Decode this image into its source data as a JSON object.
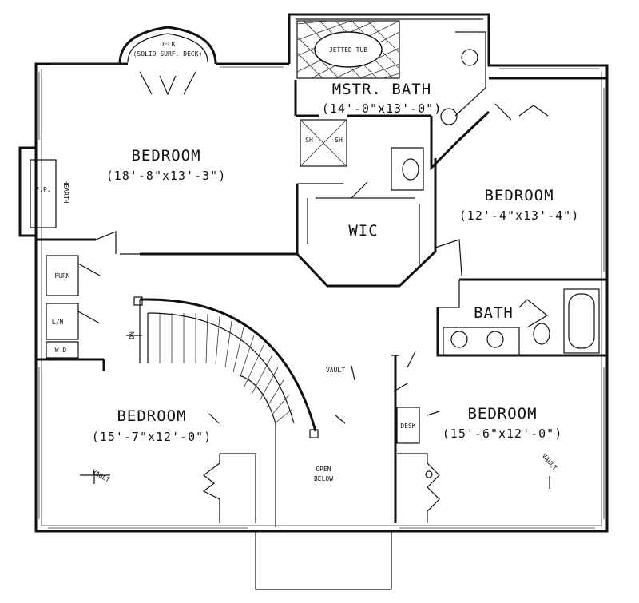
{
  "labels": {
    "deck_top": "DECK",
    "deck_top_sub": "(SOLID SURF. DECK)",
    "jetted_tub": "JETTED TUB",
    "mstr_bath": "MSTR. BATH",
    "mstr_bath_dim": "(14'-0\"x13'-0\")",
    "bedroom1": "BEDROOM",
    "bedroom1_dim": "(18'-8\"x13'-3\")",
    "fp": "F.P.",
    "hearth": "HEARTH",
    "bedroom2": "BEDROOM",
    "bedroom2_dim": "(12'-4\"x13'-4\")",
    "wic": "WIC",
    "sh": "SH",
    "bath": "BATH",
    "furn": "FURN",
    "ln": "L/N",
    "wd": "W D",
    "dn": "DN",
    "vault_mid": "VAULT",
    "bedroom3": "BEDROOM",
    "bedroom3_dim": "(15'-7\"x12'-0\")",
    "vault_left": "VAULT",
    "open_below": "OPEN",
    "open_below_2": "BELOW",
    "desk": "DESK",
    "bedroom4": "BEDROOM",
    "bedroom4_dim": "(15'-6\"x12'-0\")",
    "vault_right": "VAULT"
  }
}
